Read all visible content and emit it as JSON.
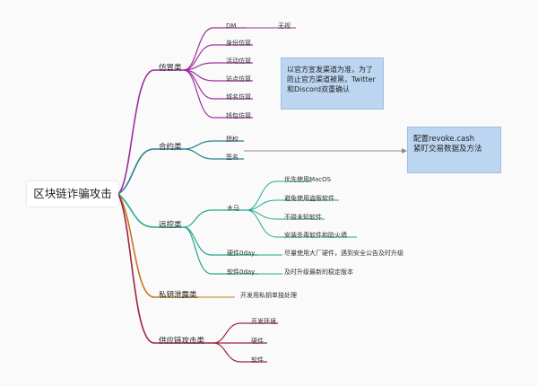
{
  "root": {
    "label": "区块链诈骗攻击"
  },
  "colors": {
    "purple": "#9d2d9d",
    "teal_blue": "#2a7f8f",
    "teal_green": "#22a98f",
    "orange": "#c8741e",
    "crimson": "#a0243c",
    "gray_arrow": "#8a8a8a"
  },
  "branches": {
    "impersonation": {
      "label": "仿冒类",
      "items": [
        "DM",
        "身份仿冒",
        "活动仿冒",
        "站点仿冒",
        "域名仿冒",
        "钱包仿冒"
      ],
      "dm_child": "无视"
    },
    "contract": {
      "label": "合约类",
      "items": [
        "授权",
        "签名"
      ]
    },
    "remote": {
      "label": "远控类",
      "trojan": {
        "label": "木马",
        "items": [
          "优先使用MacOS",
          "避免使用盗版软件",
          "不碰未知软件",
          "安装杀毒软件和防火墙"
        ]
      },
      "hardware": {
        "label": "硬件0day",
        "child": "尽量使用大厂硬件，遇到安全公告及时升级"
      },
      "software": {
        "label": "软件0day",
        "child": "及时升级最新的稳定版本"
      }
    },
    "key_leak": {
      "label": "私钥泄露类",
      "child": "开发用私钥单独处理"
    },
    "supply_chain": {
      "label": "供应链攻击类",
      "items": [
        "开发环境",
        "硬件",
        "软件"
      ]
    }
  },
  "notes": {
    "official": "以官方宣发渠道为准，为了防止官方渠道被黑，Twitter和Discord双重确认",
    "revoke": "配置revoke.cash\n紧盯交易数据及方法"
  }
}
